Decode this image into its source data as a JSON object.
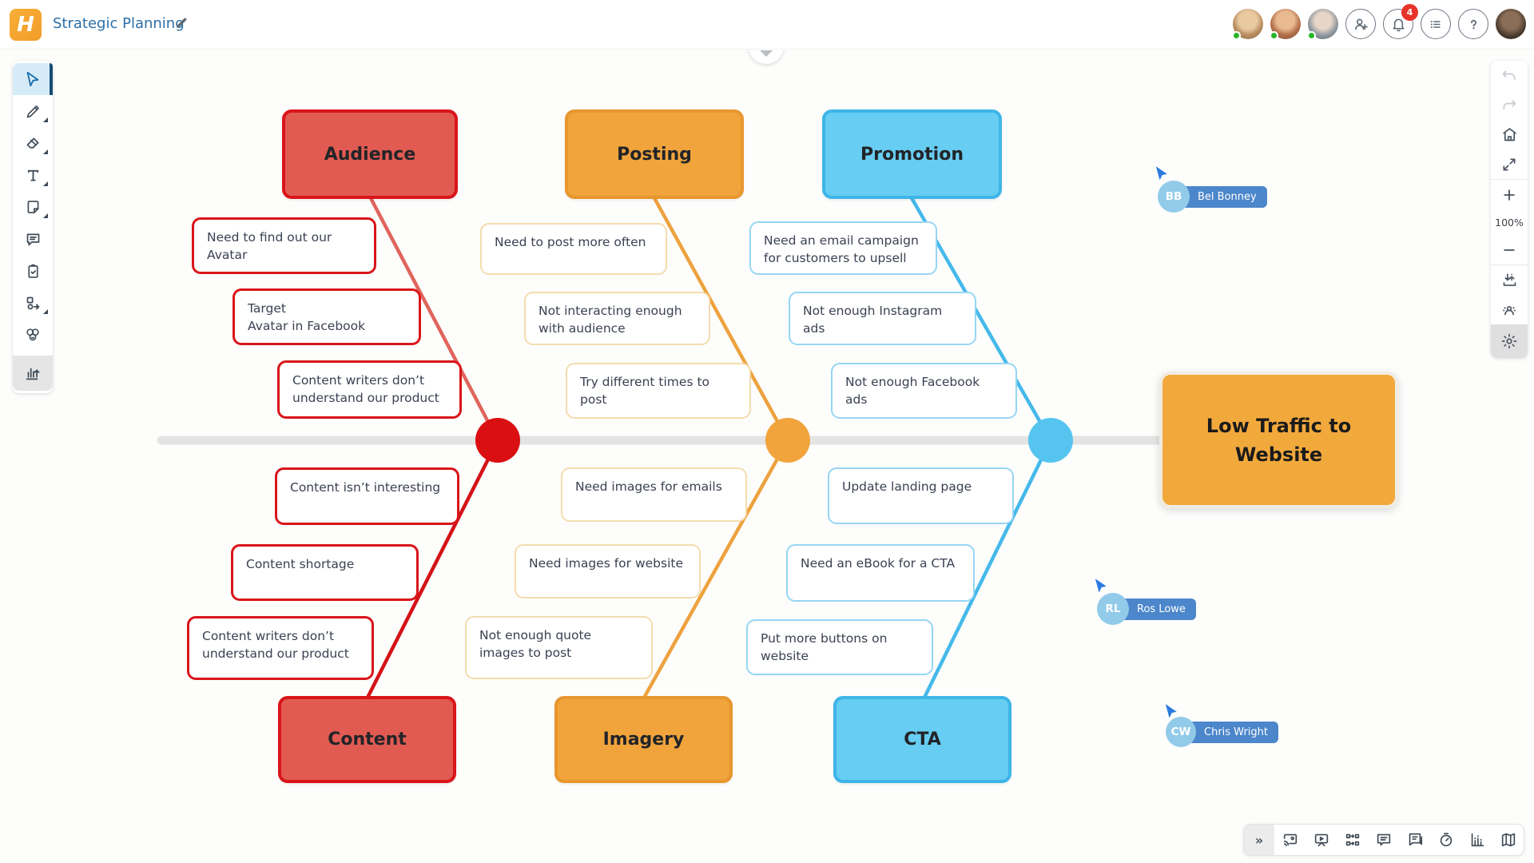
{
  "header": {
    "logo_letter": "H",
    "title": "Strategic Planning",
    "notification_count": "4",
    "icons": [
      "edit-icon",
      "invite-user-icon",
      "notifications-bell-icon",
      "task-list-icon",
      "help-icon"
    ],
    "online_collaborator_avatars": 3
  },
  "left_toolbar": {
    "items": [
      {
        "icon": "select-cursor-icon",
        "active": true
      },
      {
        "icon": "pen-icon",
        "has_submenu": true
      },
      {
        "icon": "eraser-icon",
        "has_submenu": true
      },
      {
        "icon": "text-icon",
        "has_submenu": true
      },
      {
        "icon": "sticky-note-icon",
        "has_submenu": true
      },
      {
        "icon": "comment-icon"
      },
      {
        "icon": "template-clipboard-icon"
      },
      {
        "icon": "shapes-connector-icon",
        "has_submenu": true
      },
      {
        "icon": "reactions-icon"
      },
      {
        "icon": "frames-icon"
      }
    ]
  },
  "right_toolbar": {
    "zoom_level": "100%",
    "items": [
      "undo-icon",
      "redo-icon",
      "home-icon",
      "fullscreen-icon",
      "zoom-in-icon",
      "zoom-out-icon",
      "export-icon",
      "collaborators-icon",
      "settings-icon"
    ]
  },
  "bottom_dock": {
    "expand_label": "»",
    "items": [
      "screen-share-icon",
      "present-icon",
      "workflow-icon",
      "comments-icon",
      "chat-icon",
      "timer-icon",
      "insights-icon",
      "map-icon"
    ]
  },
  "cursors": [
    {
      "initials": "BB",
      "name": "Bel Bonney"
    },
    {
      "initials": "RL",
      "name": "Ros Lowe"
    },
    {
      "initials": "CW",
      "name": "Chris Wright"
    }
  ],
  "fishbone": {
    "problem": "Low Traffic to Website",
    "colors": {
      "red_fill": "#e25b52",
      "red_border": "#d9151a",
      "orange_fill": "#f1a43c",
      "orange_border": "#e8962e",
      "blue_fill": "#67cdf2",
      "blue_border": "#3eb5e8",
      "spine": "#e4e4e4"
    },
    "branches": [
      {
        "category": "Audience",
        "position": "top",
        "theme": "red",
        "causes": [
          "Need to find out our Avatar",
          "Target\nAvatar in Facebook",
          "Content writers don’t understand our product"
        ]
      },
      {
        "category": "Posting",
        "position": "top",
        "theme": "orange",
        "causes": [
          "Need to post more often",
          "Not interacting enough with audience",
          "Try different times to post"
        ]
      },
      {
        "category": "Promotion",
        "position": "top",
        "theme": "blue",
        "causes": [
          "Need an email campaign for customers to upsell",
          "Not enough Instagram ads",
          "Not enough Facebook ads"
        ]
      },
      {
        "category": "Content",
        "position": "bottom",
        "theme": "red",
        "causes": [
          "Content isn’t interesting",
          "Content shortage",
          "Content writers don’t understand our product"
        ]
      },
      {
        "category": "Imagery",
        "position": "bottom",
        "theme": "orange",
        "causes": [
          "Need images for emails",
          "Need images for website",
          "Not enough quote images to post"
        ]
      },
      {
        "category": "CTA",
        "position": "bottom",
        "theme": "blue",
        "causes": [
          "Update landing page",
          "Need an eBook for a CTA",
          "Put more buttons on website"
        ]
      }
    ]
  }
}
